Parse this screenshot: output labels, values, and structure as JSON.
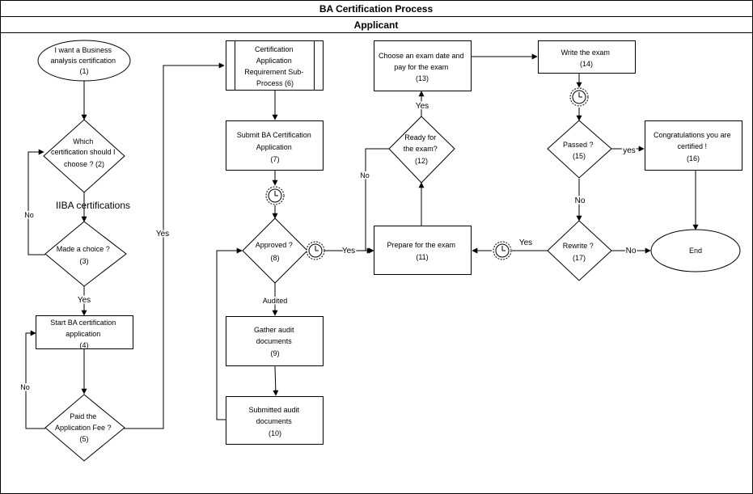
{
  "title": "BA Certification Process",
  "lane": "Applicant",
  "nodes": {
    "n1": [
      "I want a Business",
      "analysis certification",
      "(1)"
    ],
    "n2": [
      "Which",
      "certification should I",
      "choose ? (2)"
    ],
    "n3": [
      "Made a choice ?",
      "(3)"
    ],
    "n4": [
      "Start BA certification",
      "application",
      "(4)"
    ],
    "n5": [
      "Paid the",
      "Application Fee ?",
      "(5)"
    ],
    "n6": [
      "Certification",
      "Application",
      "Requirement Sub-",
      "Process (6)"
    ],
    "n7": [
      "Submit BA Certification",
      "Application",
      "(7)"
    ],
    "n8": [
      "Approved ?",
      "(8)"
    ],
    "n9": [
      "Gather audit",
      "documents",
      "(9)"
    ],
    "n10": [
      "Submitted audit",
      "documents",
      "(10)"
    ],
    "n11": [
      "Prepare for the exam",
      "(11)"
    ],
    "n12": [
      "Ready for",
      "the exam?",
      "(12)"
    ],
    "n13": [
      "Choose an exam date and",
      "pay for the exam",
      "(13)"
    ],
    "n14": [
      "Write the exam",
      "(14)"
    ],
    "n15": [
      "Passed ?",
      "(15)"
    ],
    "n16": [
      "Congratulations you are",
      "certified !",
      "(16)"
    ],
    "n17": [
      "Rewrite ?",
      "(17)"
    ],
    "end": [
      "End"
    ]
  },
  "annotations": {
    "iiba": "IIBA certifications"
  },
  "edge_labels": {
    "n3_no": "No",
    "n3_yes": "Yes",
    "n5_no": "No",
    "n5_yes": "Yes",
    "n8_yes": "Yes",
    "n8_audited": "Audited",
    "n12_no": "No",
    "n12_yes": "Yes",
    "n15_yes": "yes",
    "n15_no": "No",
    "n17_no": "No",
    "n17_yes": "Yes"
  }
}
